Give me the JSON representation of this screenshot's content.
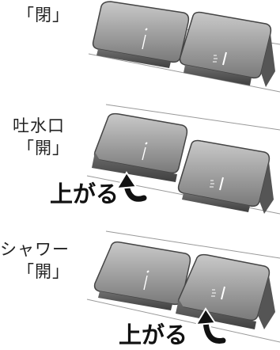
{
  "panels": [
    {
      "state_label": "「閉」",
      "description_label": "",
      "arrow_label": ""
    },
    {
      "state_label": "「開」",
      "description_label": "吐水口",
      "arrow_label": "上がる"
    },
    {
      "state_label": "「開」",
      "description_label": "シャワー",
      "arrow_label": "上がる"
    }
  ],
  "icons": {
    "left_button": "faucet-spout-icon",
    "right_button": "shower-icon"
  }
}
